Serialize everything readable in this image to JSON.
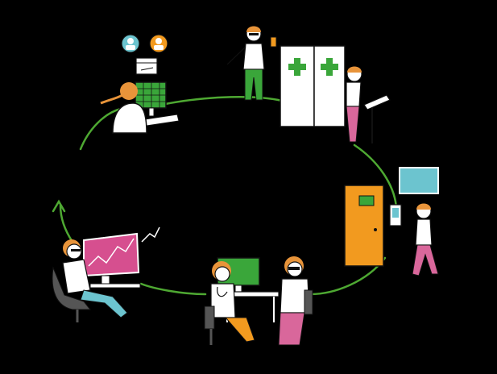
{
  "palette": {
    "background": "#000000",
    "cycle_line": "#4ea832",
    "line_art": "#111111",
    "skin": "#ffffff",
    "hair": "#e8943a",
    "teal": "#6cc4cf",
    "green": "#3aa63a",
    "pink": "#d9679b",
    "orange": "#f29a1f",
    "magenta": "#d64f8f",
    "grey": "#555555"
  },
  "scenes": [
    {
      "id": "online-booking",
      "icons": [
        "doctor-avatar-icon",
        "patient-avatar-icon",
        "calendar-icon"
      ]
    },
    {
      "id": "pharmacy-checkin",
      "icons": [
        "medical-cross-icon",
        "medical-cross-icon"
      ]
    },
    {
      "id": "waiting-room",
      "icons": [
        "door-icon",
        "wall-screen-icon",
        "wall-tablet-icon"
      ]
    },
    {
      "id": "consultation",
      "icons": [
        "monitor-icon",
        "stethoscope-icon"
      ]
    },
    {
      "id": "data-analysis",
      "icons": [
        "chart-screen-icon",
        "growth-arrow-icon"
      ]
    }
  ]
}
